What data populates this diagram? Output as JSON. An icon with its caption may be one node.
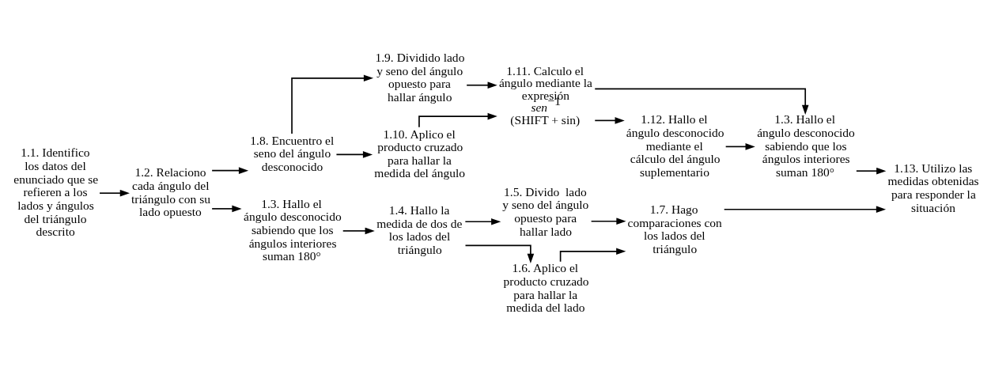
{
  "diagram": {
    "nodes": [
      {
        "text": [
          "1.1. Identifico los datos del enunciado que se refieren a los lados y ángulos del triángulo descrito"
        ]
      },
      {
        "text": [
          "1.2. Relaciono cada ángulo del triángulo con su lado opuesto"
        ]
      },
      {
        "text": [
          "1.8. Encuentro el seno del ángulo desconocido"
        ]
      },
      {
        "text": [
          "1.3. Hallo el ángulo desconocido sabiendo que los ángulos interiores suman 180°"
        ]
      },
      {
        "text": [
          "1.9. Dividido lado y seno del ángulo opuesto para hallar ángulo"
        ]
      },
      {
        "text": [
          "1.10. Aplico el producto cruzado para hallar la medida del ángulo"
        ]
      },
      {
        "text": [
          "1.11. Calculo el ángulo mediante la expresión *sen*$^{−1}$ (SHIFT + sin)"
        ]
      },
      {
        "text": [
          "1.3. Hallo el ángulo desconocido sabiendo que los ángulos interiores suman 180°"
        ]
      },
      {
        "text": [
          "1.12. Hallo el ángulo desconocido mediante el cálculo del ángulo suplementario"
        ]
      },
      {
        "text": [
          "1.13. Utilizo las medidas obtenidas para responder la situación"
        ]
      },
      {
        "text": [
          "1.4. Hallo la medida de dos de los lados del triángulo"
        ]
      },
      {
        "text": [
          "1.5. Divido  lado y seno del ángulo opuesto para hallar lado"
        ]
      },
      {
        "text": [
          "1.6. Aplico el producto cruzado para hallar la medida del lado"
        ]
      },
      {
        "text": [
          "1.7. Hago comparaciones con los lados del triángulo"
        ]
      }
    ],
    "edges": [
      {
        "from": 0,
        "to": 1,
        "arrow": "to"
      },
      {
        "from": 1,
        "to": 2,
        "arrow": "to"
      },
      {
        "from": 1,
        "to": 3,
        "arrow": "to"
      },
      {
        "from": 2,
        "to": 4,
        "arrow": "to"
      },
      {
        "from": 2,
        "to": 5,
        "arrow": "to"
      },
      {
        "from": 4,
        "to": 6,
        "arrow": "to"
      },
      {
        "from": 5,
        "to": 6,
        "arrow": "to"
      },
      {
        "from": 6,
        "to": 7,
        "arrow": "to"
      },
      {
        "from": 6,
        "to": 8,
        "arrow": "to"
      },
      {
        "from": 8,
        "to": 7,
        "arrow": "to"
      },
      {
        "from": 7,
        "to": 9,
        "arrow": "to"
      },
      {
        "from": 3,
        "to": 10,
        "arrow": "to"
      },
      {
        "from": 10,
        "to": 11,
        "arrow": "to"
      },
      {
        "from": 10,
        "to": 12,
        "arrow": "to"
      },
      {
        "from": 11,
        "to": 13,
        "arrow": "to"
      },
      {
        "from": 12,
        "to": 13,
        "arrow": "to"
      },
      {
        "from": 13,
        "to": 9,
        "arrow": "to"
      }
    ]
  }
}
